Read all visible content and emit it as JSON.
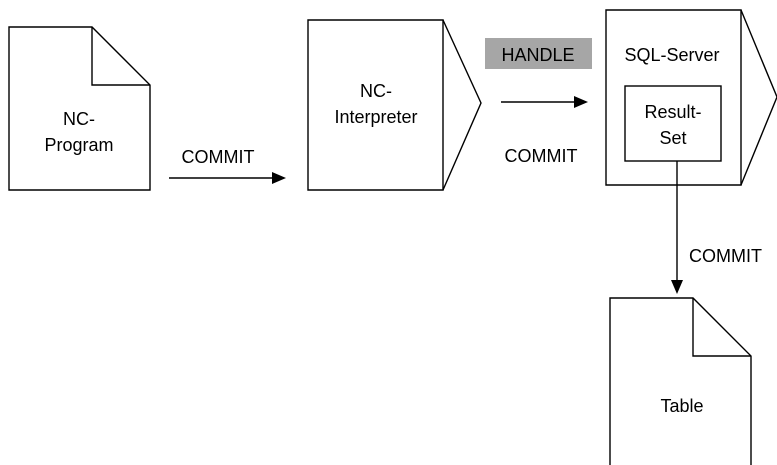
{
  "colors": {
    "line": "#000000",
    "fill": "#ffffff",
    "handle_highlight": "#a6a6a6"
  },
  "nodes": {
    "nc_program": {
      "line1": "NC-",
      "line2": "Program",
      "shape": "document"
    },
    "nc_interpreter": {
      "line1": "NC-",
      "line2": "Interpreter",
      "shape": "process-chevron"
    },
    "sql_server": {
      "label": "SQL-Server",
      "shape": "process-chevron"
    },
    "result_set": {
      "line1": "Result-",
      "line2": "Set",
      "shape": "rectangle"
    },
    "table": {
      "label": "Table",
      "shape": "document"
    }
  },
  "edges": {
    "program_to_interpreter": {
      "label": "COMMIT",
      "from": "nc_program",
      "to": "nc_interpreter"
    },
    "interpreter_to_server": {
      "label": "COMMIT",
      "handle_label": "HANDLE",
      "from": "nc_interpreter",
      "to": "sql_server"
    },
    "resultset_to_table": {
      "label": "COMMIT",
      "from": "result_set",
      "to": "table"
    }
  }
}
